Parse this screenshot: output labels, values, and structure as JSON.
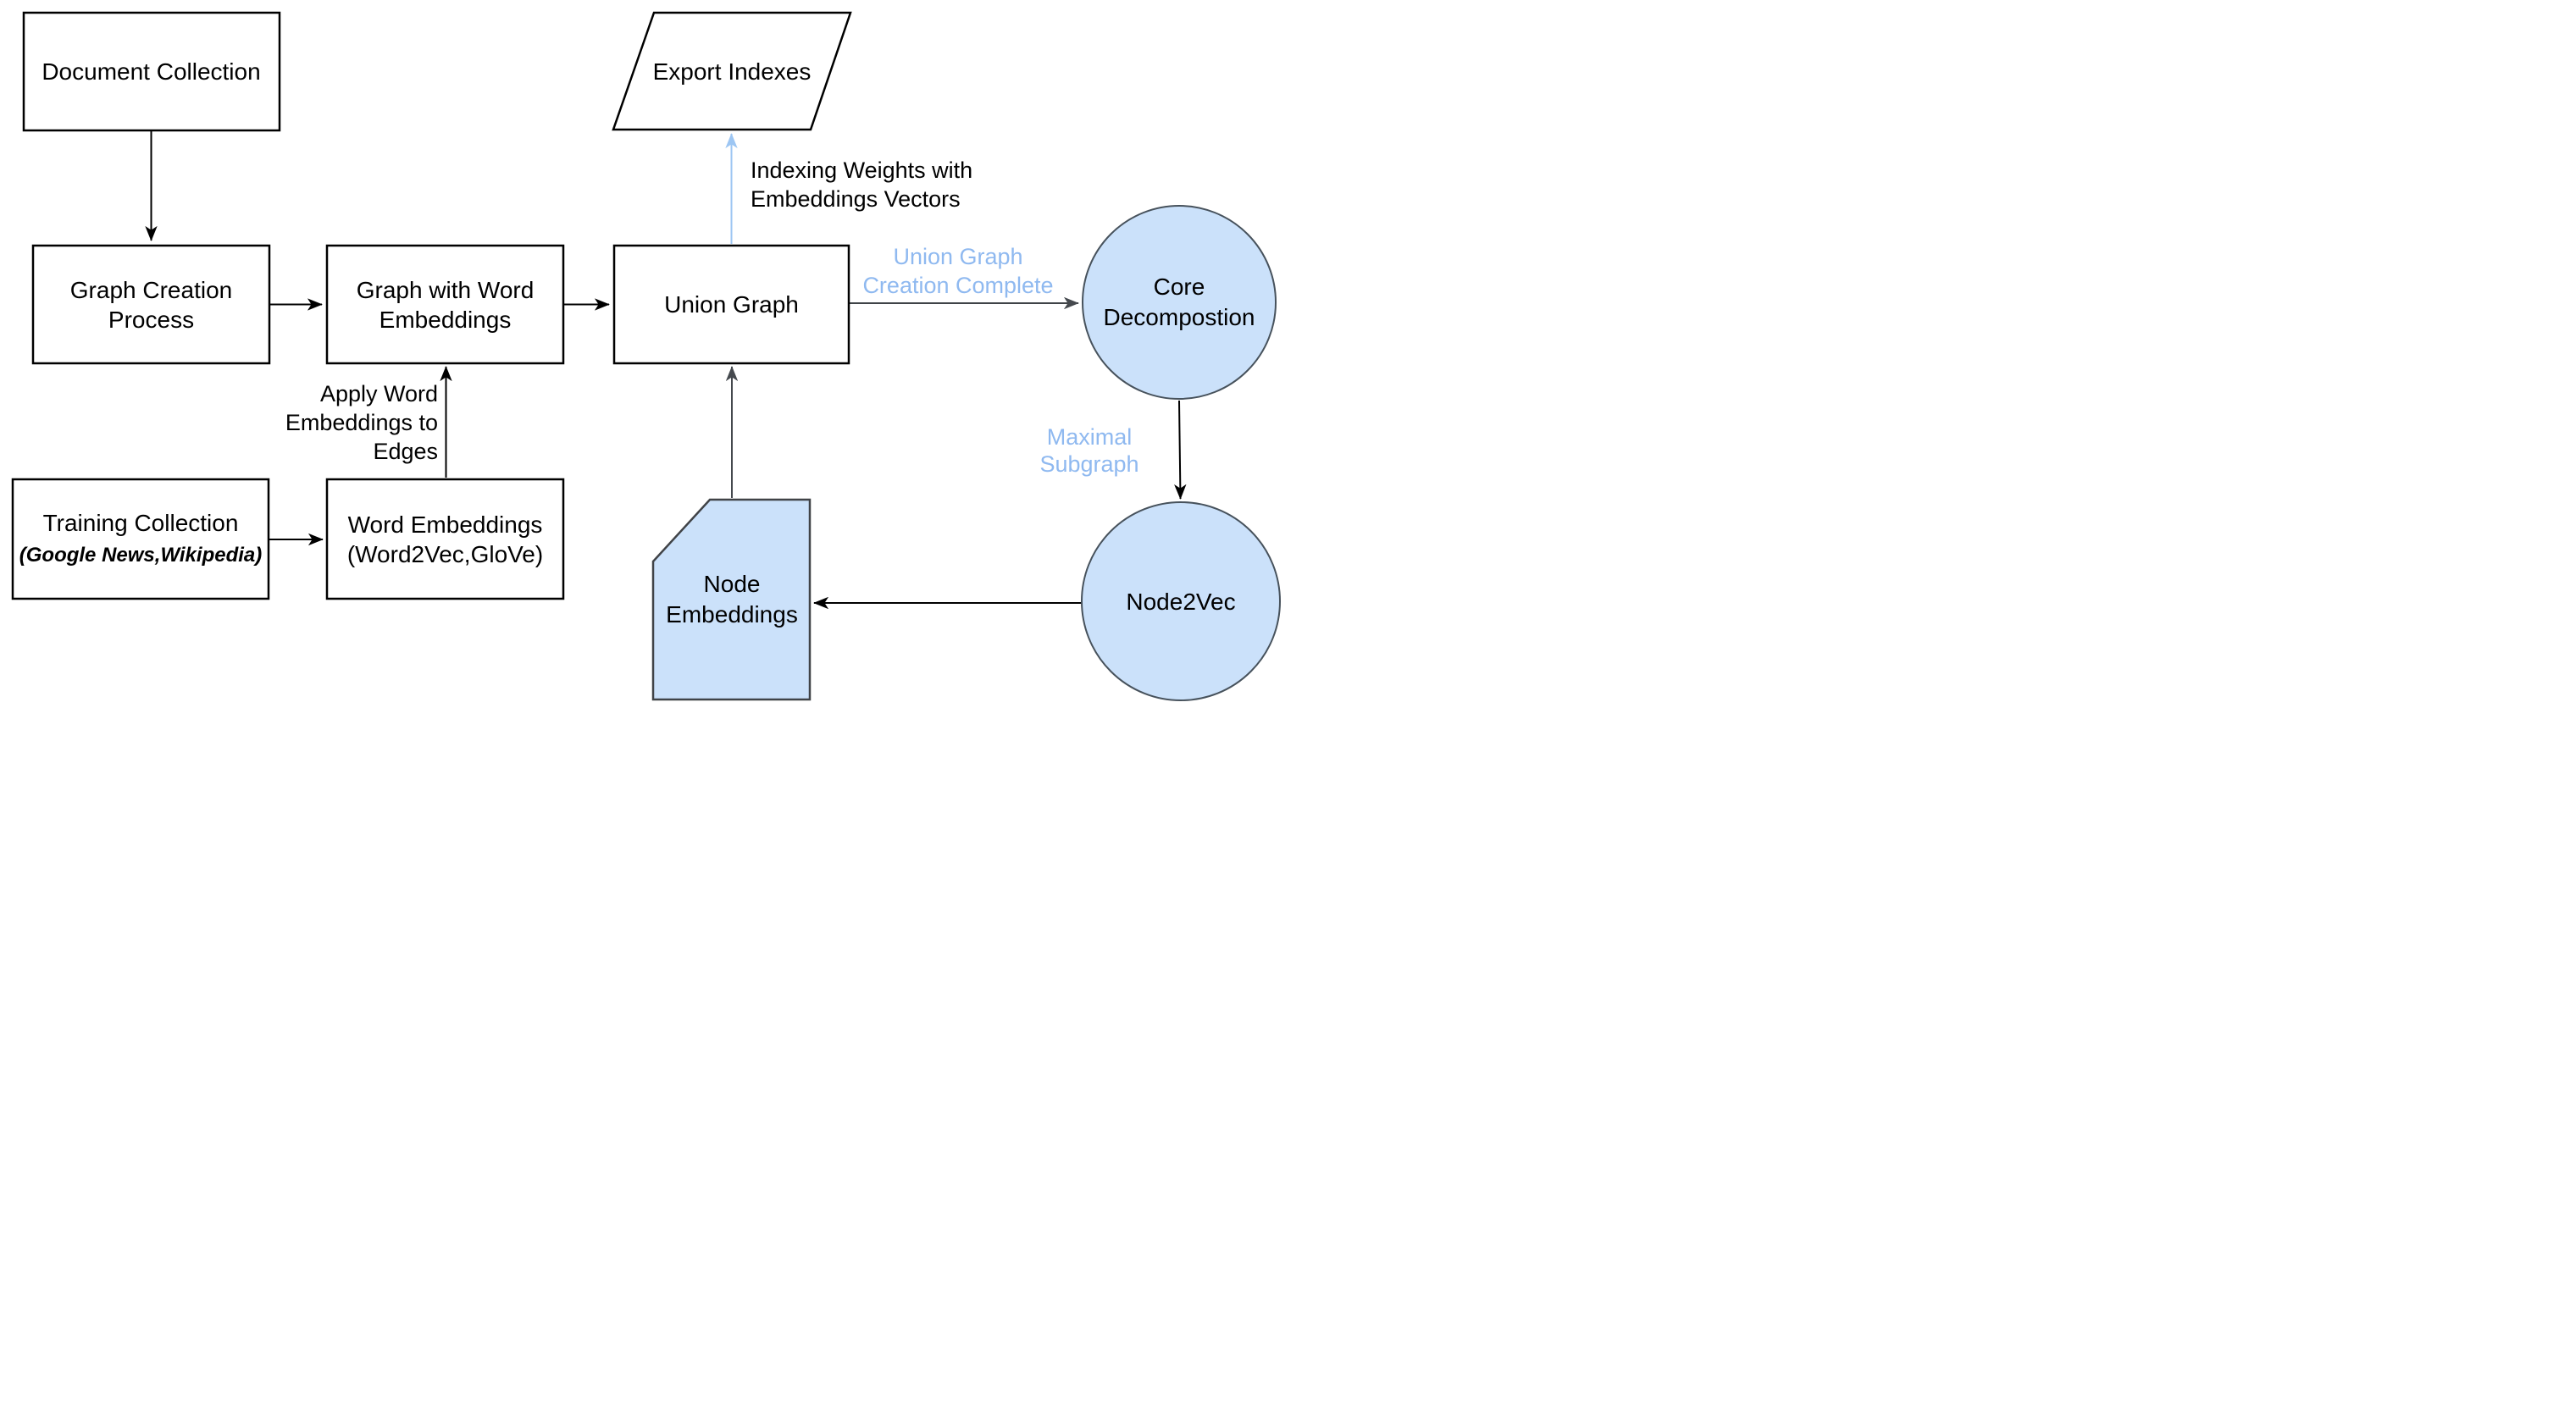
{
  "diagram": {
    "colors": {
      "background": "#ffffff",
      "node_fill_white": "#ffffff",
      "node_fill_blue": "#CBE1FA",
      "node_stroke_black": "#000000",
      "circle_stroke": "#47525C",
      "card_stroke": "#404347",
      "edge_black": "#000000",
      "edge_gray": "#45494E",
      "edge_blue": "#9DC6F3",
      "label_blue": "#8FB9F0"
    },
    "nodes": {
      "document_collection": {
        "shape": "rectangle",
        "label": "Document Collection"
      },
      "graph_creation": {
        "shape": "rectangle",
        "line1": "Graph Creation",
        "line2": "Process"
      },
      "graph_with_word": {
        "shape": "rectangle",
        "line1": "Graph with Word",
        "line2": "Embeddings"
      },
      "union_graph": {
        "shape": "rectangle",
        "label": "Union Graph"
      },
      "export_indexes": {
        "shape": "parallelogram",
        "label": "Export Indexes"
      },
      "training_collection": {
        "shape": "rectangle",
        "line1": "Training Collection",
        "line2": "(Google News,Wikipedia)"
      },
      "word_embeddings": {
        "shape": "rectangle",
        "line1": "Word Embeddings",
        "line2": "(Word2Vec,GloVe)"
      },
      "core_decomposition": {
        "shape": "circle",
        "line1": "Core",
        "line2": "Decompostion"
      },
      "node2vec": {
        "shape": "circle",
        "label": "Node2Vec"
      },
      "node_embeddings": {
        "shape": "card",
        "line1": "Node",
        "line2": "Embeddings"
      }
    },
    "edge_labels": {
      "apply_word": {
        "line1": "Apply Word",
        "line2": "Embeddings to",
        "line3": "Edges"
      },
      "indexing_weights": {
        "line1": "Indexing Weights with",
        "line2": "Embeddings Vectors"
      },
      "union_complete": {
        "line1": "Union Graph",
        "line2": "Creation Complete"
      },
      "maximal_subgraph": {
        "line1": "Maximal",
        "line2": "Subgraph"
      }
    }
  }
}
